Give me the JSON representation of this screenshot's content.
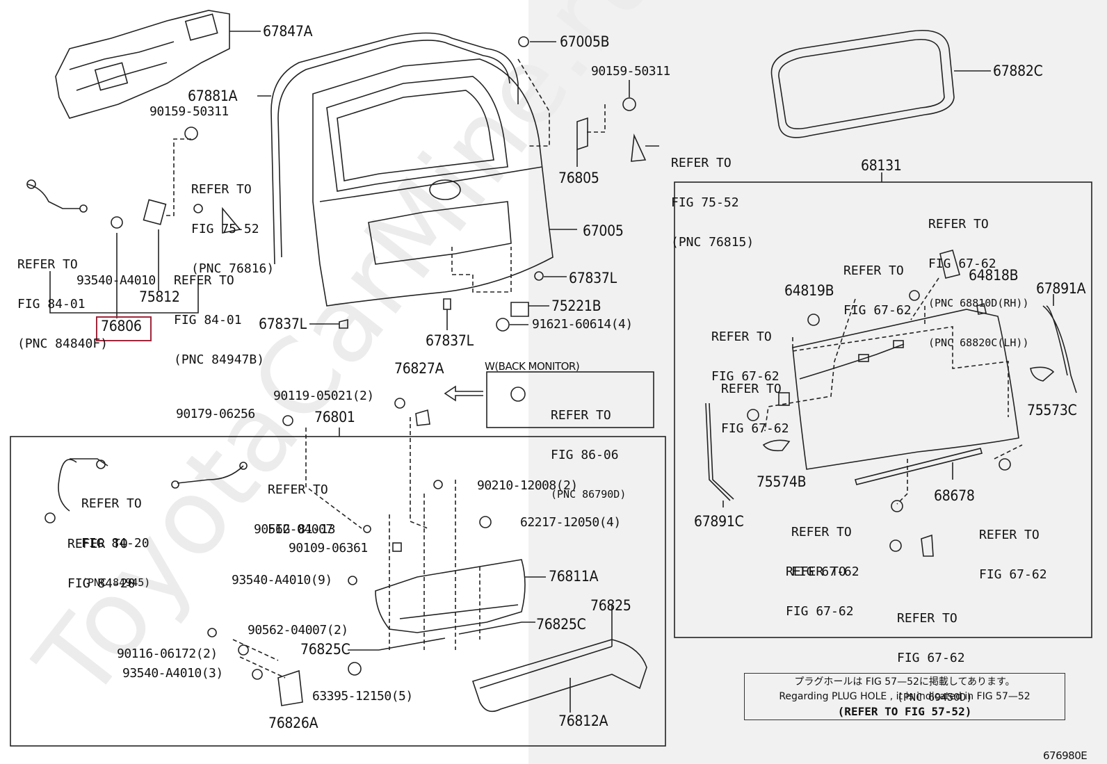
{
  "watermark": "ToyotaCarMine.ru",
  "figure_code": "676980E",
  "highlight_part": "76806",
  "parts": {
    "p67847A": "67847A",
    "p67881A": "67881A",
    "p90159_left": "90159-50311",
    "p93540": "93540-A4010",
    "p75812": "75812",
    "p76806": "76806",
    "p67005B": "67005B",
    "p90159_mid": "90159-50311",
    "p76805": "76805",
    "p67005": "67005",
    "p67837L_r": "67837L",
    "p75221B": "75221B",
    "p91621": "91621-60614(4)",
    "p67837L_l": "67837L",
    "p67837L_b": "67837L",
    "p76827A": "76827A",
    "p90119": "90119-05021(2)",
    "p90179": "90179-06256",
    "p76801": "76801",
    "p90210": "90210-12008(2)",
    "p62217": "62217-12050(4)",
    "p90562a": "90562-04007",
    "p90109": "90109-06361",
    "p93540_9": "93540-A4010(9)",
    "p76811A": "76811A",
    "p76825": "76825",
    "p76825C_r": "76825C",
    "p90562b": "90562-04007(2)",
    "p90116": "90116-06172(2)",
    "p76825C_l": "76825C",
    "p93540_3": "93540-A4010(3)",
    "p63395": "63395-12150(5)",
    "p76826A": "76826A",
    "p76812A": "76812A",
    "p67882C": "67882C",
    "p68131": "68131",
    "p64819B": "64819B",
    "p64818B": "64818B",
    "p67891A": "67891A",
    "p75573C": "75573C",
    "p75574B": "75574B",
    "p68678": "68678",
    "p67891C": "67891C"
  },
  "refs": {
    "r7552a": [
      "REFER TO",
      "FIG 75-52",
      "(PNC 76816)"
    ],
    "r8401a": [
      "REFER TO",
      "FIG 84-01",
      "(PNC 84840F)"
    ],
    "r8401b": [
      "REFER TO",
      "FIG 84-01",
      "(PNC 84947B)"
    ],
    "r7552b": [
      "REFER TO",
      "FIG 75-52",
      "(PNC 76815)"
    ],
    "r8606": [
      "REFER TO",
      "FIG 86-06",
      "(PNC 86790D)"
    ],
    "r8420a": [
      "REFER TO",
      "FIG 84-20",
      "(PNC 84945)"
    ],
    "r8420b": [
      "REFER TO",
      "FIG 84-20"
    ],
    "r8113": [
      "REFER TO",
      "FIG 81-13"
    ],
    "r6762a": [
      "REFER TO",
      "FIG 67-62",
      "(PNC 68810D(RH))",
      "(PNC 68820C(LH))"
    ],
    "r6762b": [
      "REFER TO",
      "FIG 67-62"
    ],
    "r6762c": [
      "REFER TO",
      "FIG 67-62"
    ],
    "r6762d": [
      "REFER TO",
      "FIG 67-62"
    ],
    "r6762e": [
      "REFER TO",
      "FIG 67-62"
    ],
    "r6762f": [
      "REFER TO",
      "FIG 67-62"
    ],
    "r6762g": [
      "REFER TO",
      "FIG 67-62"
    ],
    "r6762h": [
      "REFER TO",
      "FIG 67-62",
      "(PNC 69450D)"
    ]
  },
  "back_monitor_label": "W(BACK MONITOR)",
  "plug_note": {
    "jp": "プラグホールは FIG 57—52に掲載してあります。",
    "en": "Regarding PLUG HOLE , it is indicated in FIG 57—52",
    "ref": "(REFER TO FIG 57-52)"
  }
}
